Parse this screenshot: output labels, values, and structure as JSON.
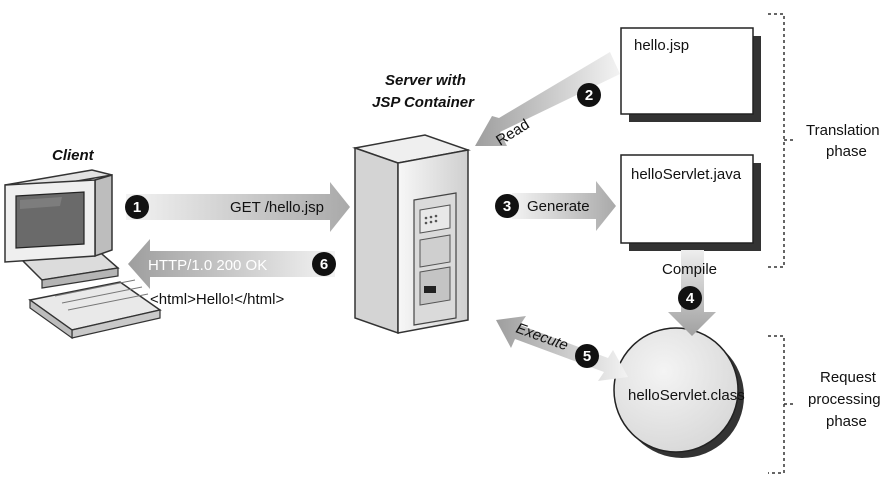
{
  "client": {
    "label": "Client"
  },
  "server": {
    "label_line1": "Server with",
    "label_line2": "JSP Container"
  },
  "files": {
    "jsp": "hello.jsp",
    "servlet_java": "helloServlet.java",
    "servlet_class": "helloServlet.class"
  },
  "steps": [
    {
      "number": "1",
      "label": "GET /hello.jsp"
    },
    {
      "number": "2",
      "label": "Read"
    },
    {
      "number": "3",
      "label": "Generate"
    },
    {
      "number": "4",
      "label": "Compile"
    },
    {
      "number": "5",
      "label": "Execute"
    },
    {
      "number": "6",
      "label": "HTTP/1.0 200 OK"
    }
  ],
  "response_body": "<html>Hello!</html>",
  "phases": {
    "translation": {
      "line1": "Translation",
      "line2": "phase"
    },
    "request": {
      "line1": "Request",
      "line2": "processing",
      "line3": "phase"
    }
  }
}
